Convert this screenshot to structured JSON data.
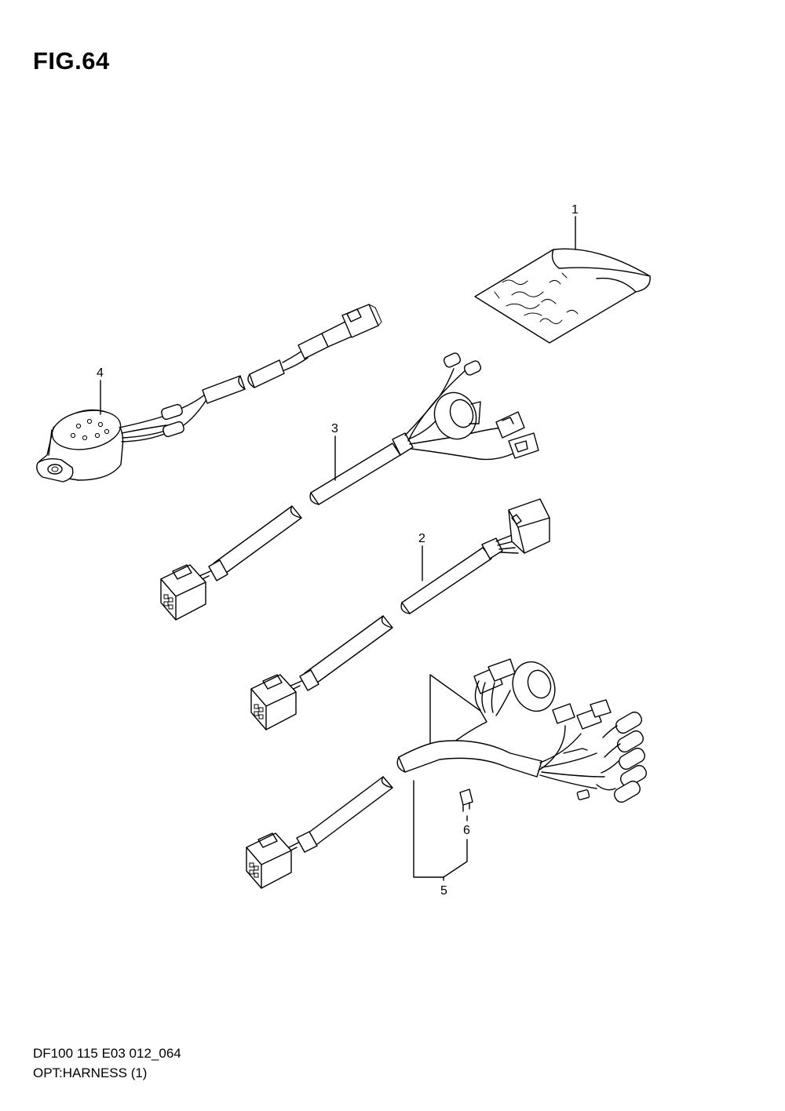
{
  "figure": {
    "title": "FIG.64"
  },
  "callouts": {
    "p1": "1",
    "p2": "2",
    "p3": "3",
    "p4": "4",
    "p5": "5",
    "p6": "6"
  },
  "footer": {
    "line1": "DF100 115 E03 012_064",
    "line2": "OPT:HARNESS (1)"
  }
}
